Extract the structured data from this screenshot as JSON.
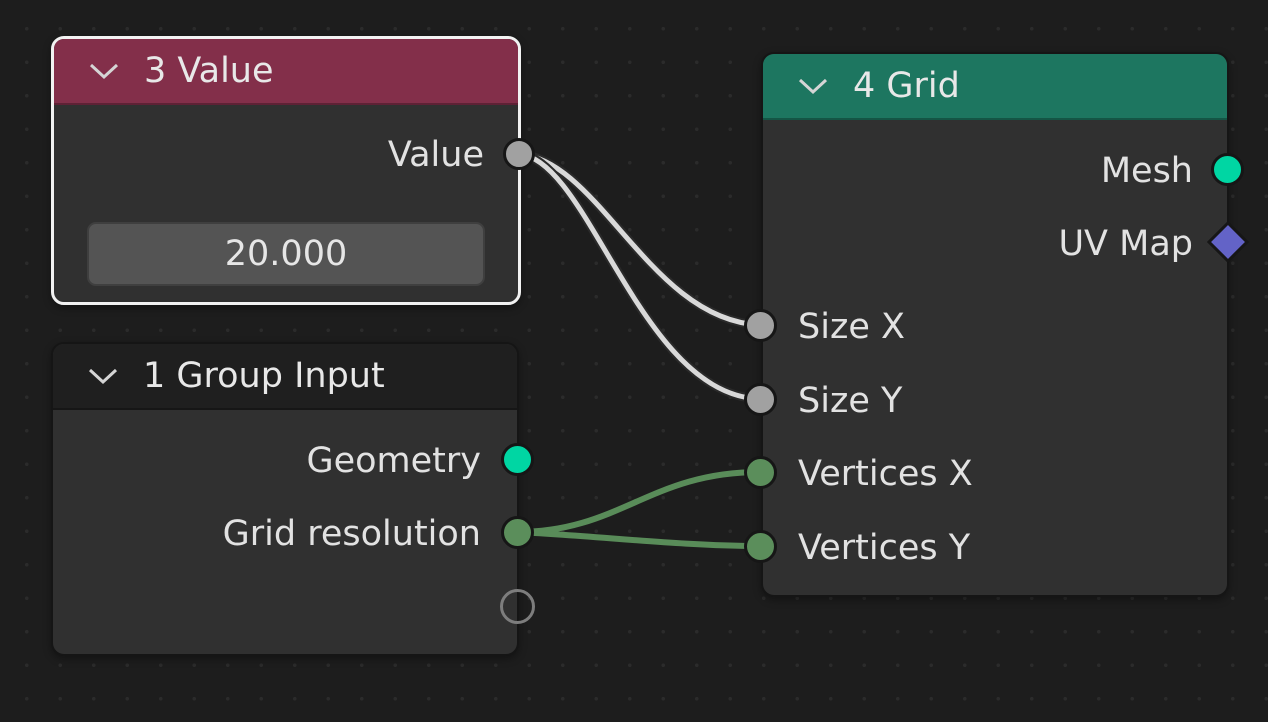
{
  "colors": {
    "canvas": "#1d1d1d",
    "node_body": "#303030",
    "value_header": "#832f4a",
    "grid_header": "#1d7660",
    "group_input_header": "#1f1f1f",
    "float_socket": "#a1a1a1",
    "geometry_socket": "#00d6a3",
    "int_socket": "#5b8e5b",
    "vector_socket": "#6363c7",
    "float_link": "#d9d9d9",
    "int_link": "#598c59",
    "selection_outline": "#f2f2f2"
  },
  "value_node": {
    "title": "3 Value",
    "collapse_icon": "chevron-down-icon",
    "selected": true,
    "outputs": [
      {
        "label": "Value",
        "socket_type": "float"
      }
    ],
    "field_value": "20.000"
  },
  "group_input_node": {
    "title": "1 Group Input",
    "collapse_icon": "chevron-down-icon",
    "outputs": [
      {
        "label": "Geometry",
        "socket_type": "geometry"
      },
      {
        "label": "Grid resolution",
        "socket_type": "int"
      },
      {
        "label": "",
        "socket_type": "virtual"
      }
    ]
  },
  "grid_node": {
    "title": "4 Grid",
    "collapse_icon": "chevron-down-icon",
    "outputs": [
      {
        "label": "Mesh",
        "socket_type": "geometry"
      },
      {
        "label": "UV Map",
        "socket_type": "vector"
      }
    ],
    "inputs": [
      {
        "label": "Size X",
        "socket_type": "float"
      },
      {
        "label": "Size Y",
        "socket_type": "float"
      },
      {
        "label": "Vertices X",
        "socket_type": "int"
      },
      {
        "label": "Vertices Y",
        "socket_type": "int"
      }
    ]
  },
  "links": [
    {
      "from": "3 Value.Value",
      "to": "4 Grid.Size X"
    },
    {
      "from": "3 Value.Value",
      "to": "4 Grid.Size Y"
    },
    {
      "from": "1 Group Input.Grid resolution",
      "to": "4 Grid.Vertices X"
    },
    {
      "from": "1 Group Input.Grid resolution",
      "to": "4 Grid.Vertices Y"
    }
  ]
}
